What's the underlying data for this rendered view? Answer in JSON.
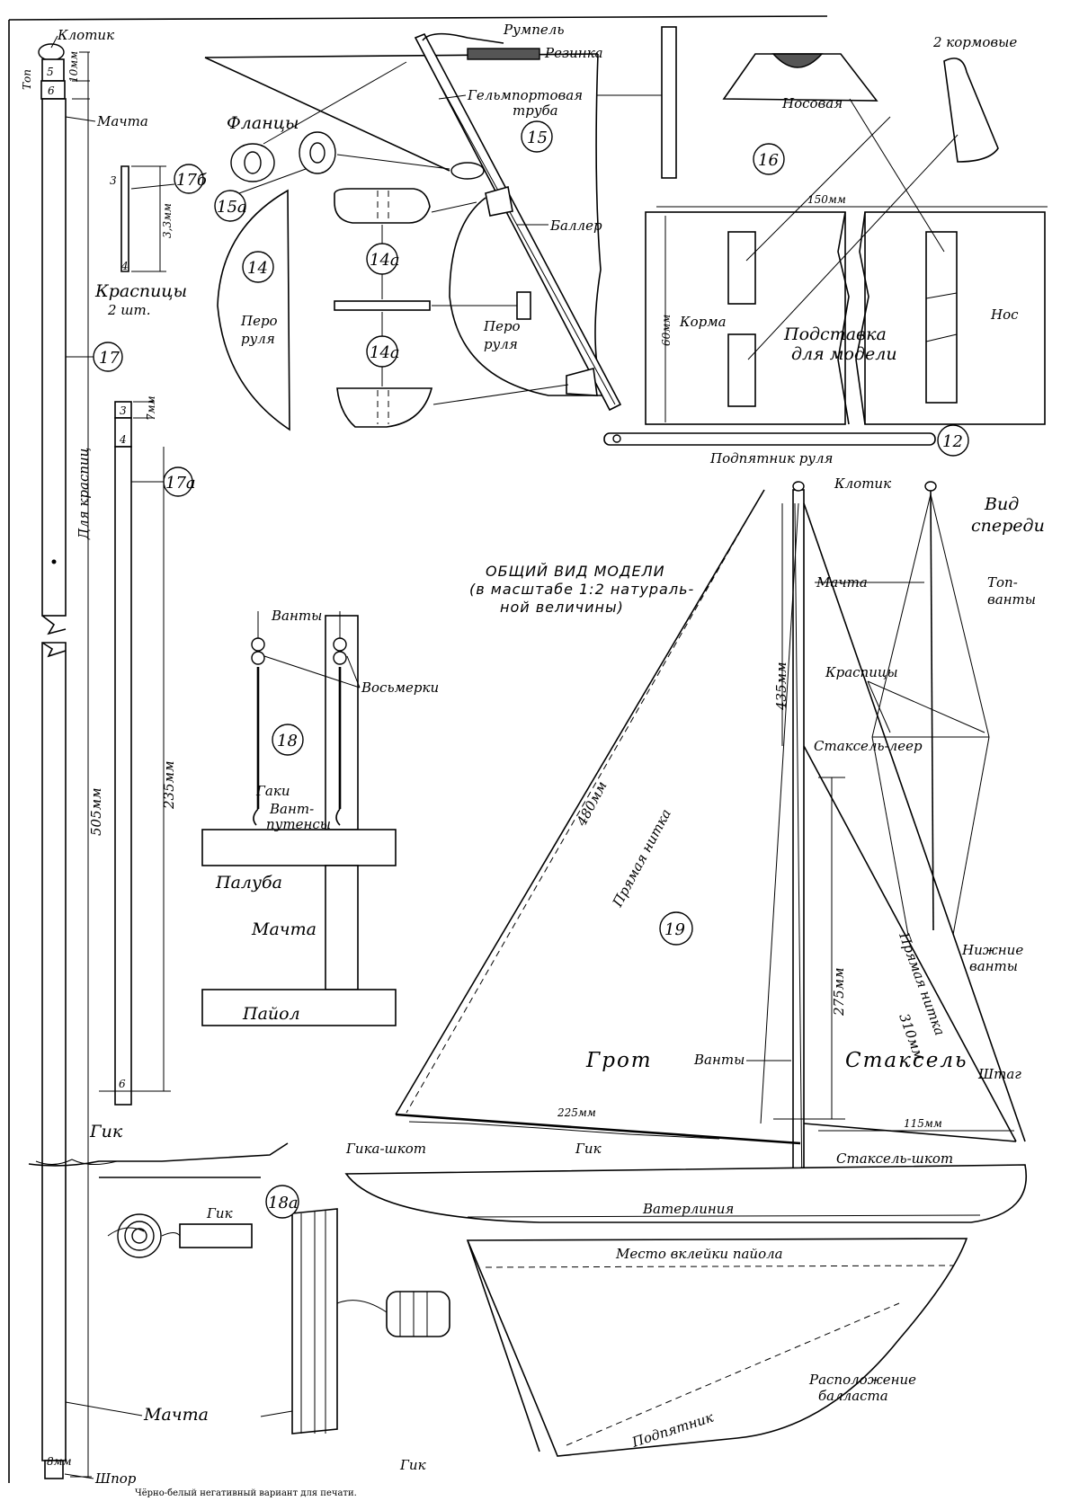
{
  "labels": {
    "klotik": "Клотик",
    "top": "Топ",
    "mast": "Мачта",
    "top_dim_5": "5",
    "top_dim_10mm": "10мм",
    "top_dim_6": "6",
    "flantsy": "Фланцы",
    "rumpel": "Румпель",
    "rezinka": "Резинка",
    "gelmport_1": "Гельмпортовая",
    "gelmport_2": "труба",
    "baller": "Баллер",
    "pero_1": "Перо",
    "pero_2": "руля",
    "dva_kormovye": "2 кормовые",
    "nosovaya": "Носовая",
    "dim_150": "150мм",
    "dim_60": "60мм",
    "korma": "Корма",
    "nos": "Нос",
    "podstavka_1": "Подставка",
    "podstavka_2": "для модели",
    "podpyatnik_rulya": "Подпятник руля",
    "kraspitsy": "Краспицы",
    "dva_sht": "2 шт.",
    "dim_3": "3",
    "dim_33": "3,3мм",
    "dim_4": "4",
    "dim_7": "7мм",
    "dim_235": "235мм",
    "dim_6": "6",
    "dim_505": "505мм",
    "dlya_kraspits": "Для краспиц",
    "vanty": "Ванты",
    "vosmerki": "Восьмерки",
    "gaki": "Гаки",
    "vant_1": "Вант-",
    "vant_2": "путенсы",
    "paluba": "Палуба",
    "payol": "Пайол",
    "gik": "Гик",
    "dim_8": "8мм",
    "shpor": "Шпор",
    "obshchiy_1": "ОБЩИЙ ВИД МОДЕЛИ",
    "obshchiy_2": "(в масштабе 1:2 натураль-",
    "obshchiy_3": "ной величины)",
    "vid_1": "Вид",
    "vid_2": "спереди",
    "top_1": "Топ-",
    "top_2": "ванты",
    "staksel_leer": "Стаксель-леер",
    "dim_435": "435мм",
    "dim_480": "480мм",
    "pryamaya": "Прямая нитка",
    "dim_275": "275мм",
    "dim_310": "310мм",
    "nizhnie_1": "Нижние",
    "nizhnie_2": "ванты",
    "shtag": "Штаг",
    "grot": "Грот",
    "staksel": "Стаксель",
    "dim_225": "225мм",
    "dim_115": "115мм",
    "gika_shkot": "Гика-шкот",
    "staksel_shkot": "Стаксель-шкот",
    "vaterliniya": "Ватерлиния",
    "mesto_1": "Место вклейки пайола",
    "raspolozhenie_1": "Расположение",
    "raspolozhenie_2": "балласта",
    "podpyatnik": "Подпятник",
    "caption": "Чёрно-белый негативный вариант для печати."
  },
  "numbers": {
    "n12": "12",
    "n14": "14",
    "n14a": "14а",
    "n15": "15",
    "n15a": "15а",
    "n16": "16",
    "n17": "17",
    "n17a": "17а",
    "n17b": "17б",
    "n18": "18",
    "n18a": "18а",
    "n19": "19"
  }
}
